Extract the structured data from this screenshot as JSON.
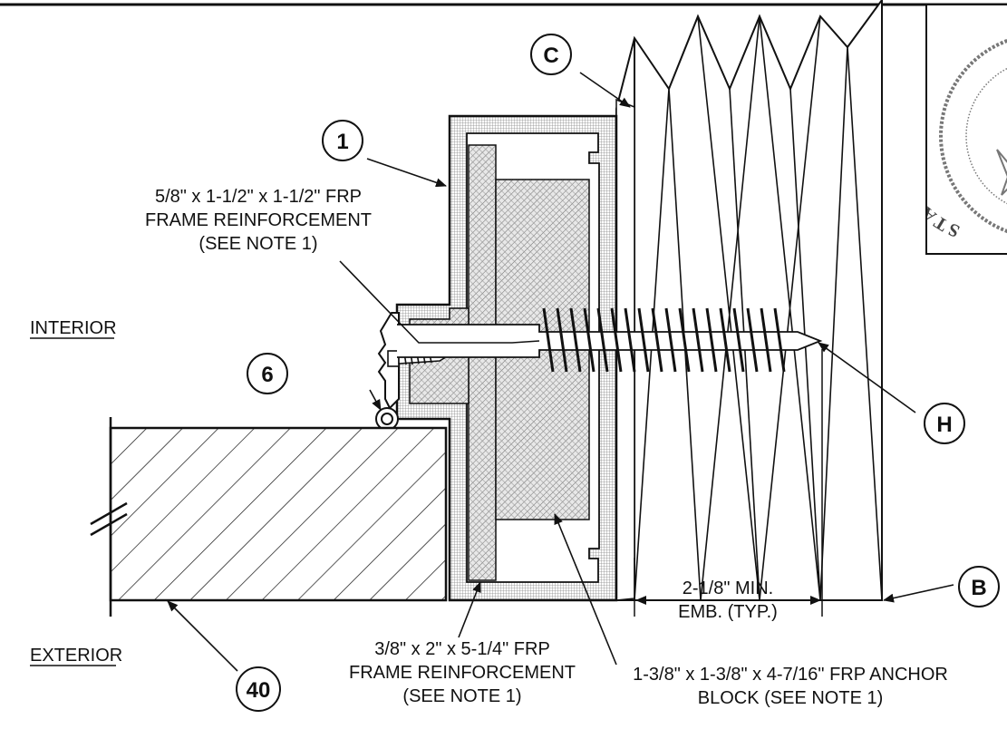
{
  "zones": {
    "interior": "INTERIOR",
    "exterior": "EXTERIOR"
  },
  "callouts": {
    "c": "C",
    "one": "1",
    "six": "6",
    "h": "H",
    "b": "B",
    "forty": "40"
  },
  "labels": {
    "reinf_top": [
      "5/8\" x 1-1/2\" x 1-1/2\" FRP",
      "FRAME REINFORCEMENT",
      "(SEE NOTE 1)"
    ],
    "reinf_bottom": [
      "3/8\" x 2\" x 5-1/4\" FRP",
      "FRAME REINFORCEMENT",
      "(SEE NOTE 1)"
    ],
    "anchor_block": [
      "1-3/8\" x 1-3/8\" x 4-7/16\" FRP ANCHOR",
      "BLOCK (SEE NOTE 1)"
    ],
    "embedment": [
      "2-1/8\" MIN.",
      "EMB. (TYP.)"
    ]
  },
  "seal": {
    "text": "STATE OF TEXAS"
  },
  "colors": {
    "line": "#111111",
    "fill_grid": "#cfcfcf",
    "fill_hatch": "#bdbdbd",
    "seal": "#666666"
  }
}
